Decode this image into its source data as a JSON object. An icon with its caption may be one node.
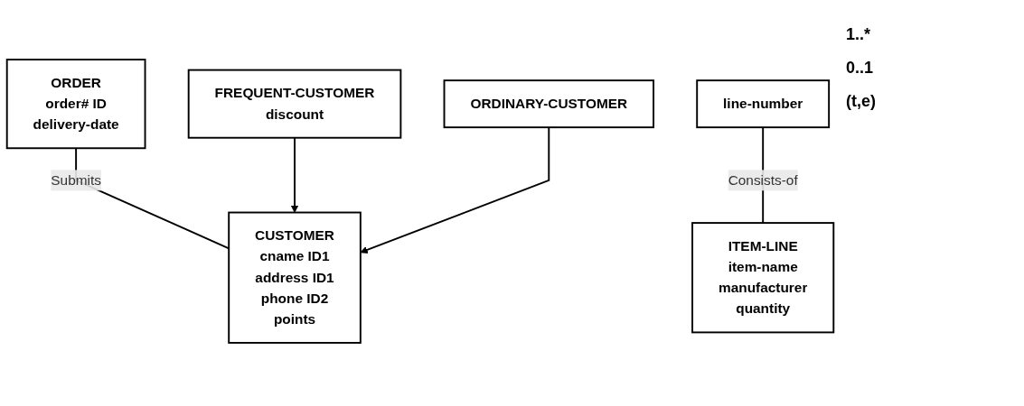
{
  "diagram": {
    "nodes": [
      {
        "text": [
          "ORDER",
          "order# ID",
          "delivery-date"
        ]
      },
      {
        "text": [
          "line-number"
        ]
      },
      {
        "text": [
          "ITEM-LINE",
          "item-name",
          "manufacturer",
          "quantity"
        ]
      },
      {
        "text": [
          "CUSTOMER",
          "cname ID1",
          "address ID1",
          "phone ID2",
          "points"
        ]
      },
      {
        "text": [
          "FREQUENT-CUSTOMER",
          "discount"
        ]
      },
      {
        "text": [
          "ORDINARY-CUSTOMER"
        ]
      }
    ],
    "edges": [
      {
        "from": 0,
        "to": 3,
        "arrow": "none",
        "label": "Submits"
      },
      {
        "from": 1,
        "to": 2,
        "arrow": "none",
        "label": "Consists-of"
      },
      {
        "from": 4,
        "to": 3,
        "arrow": "to"
      },
      {
        "from": 5,
        "to": 3,
        "arrow": "to"
      }
    ],
    "labels": [
      "1..*",
      "0..1",
      "(t,e)"
    ]
  }
}
